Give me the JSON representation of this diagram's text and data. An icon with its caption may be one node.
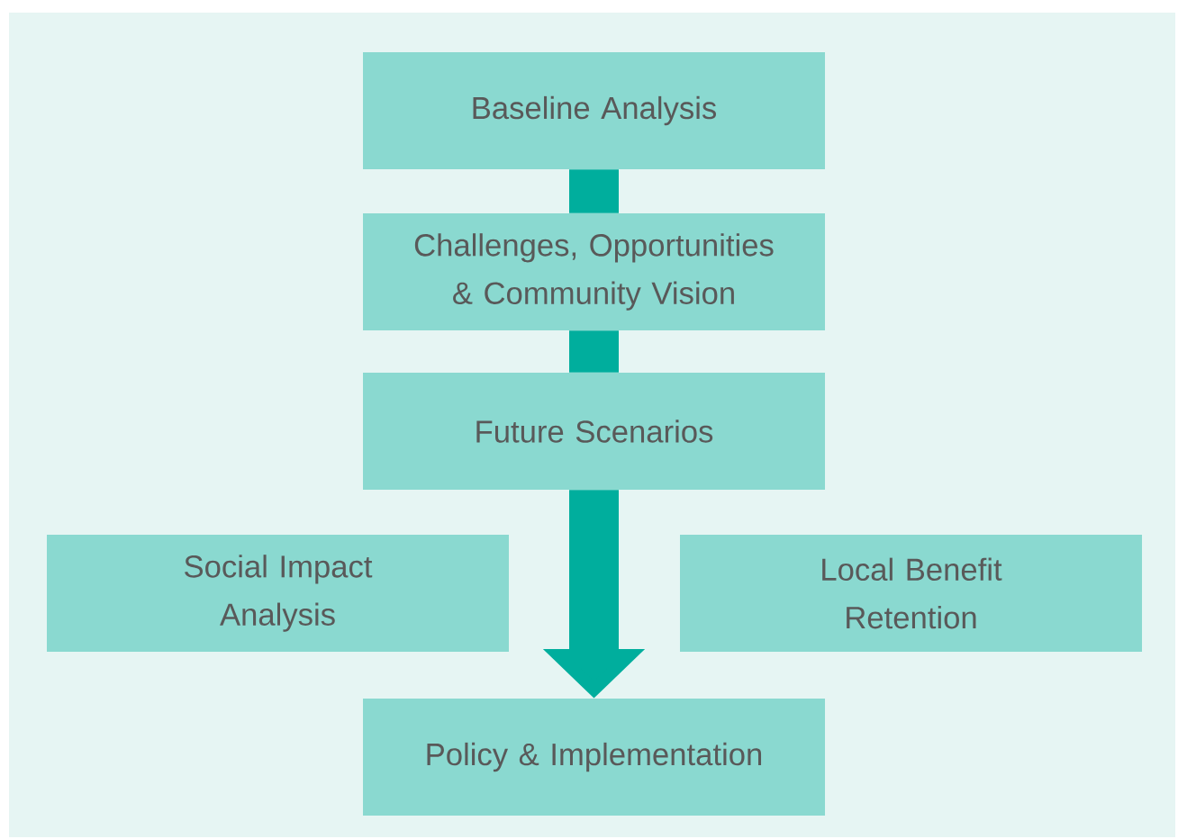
{
  "diagram": {
    "nodes": [
      {
        "text": [
          "Baseline Analysis"
        ]
      },
      {
        "text": [
          "Challenges, Opportunities & Community Vision"
        ]
      },
      {
        "text": [
          "Future Scenarios"
        ]
      },
      {
        "text": [
          "Social Impact Analysis"
        ]
      },
      {
        "text": [
          "Local Benefit Retention"
        ]
      },
      {
        "text": [
          "Policy & Implementation"
        ]
      }
    ],
    "edges": [
      {
        "from": 0,
        "to": 1,
        "arrow": "none"
      },
      {
        "from": 1,
        "to": 2,
        "arrow": "none"
      },
      {
        "from": 2,
        "to": 5,
        "arrow": "to"
      }
    ]
  }
}
